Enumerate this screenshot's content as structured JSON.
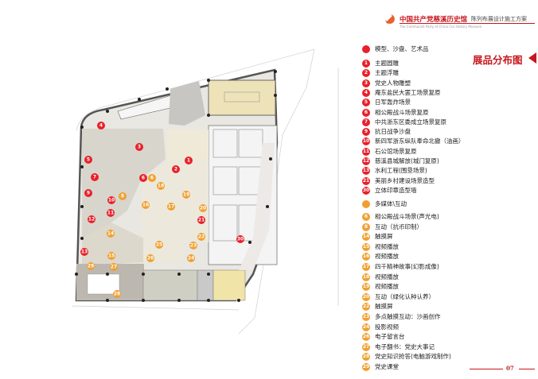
{
  "header": {
    "museum_name": "中国共产党慈溪历史馆",
    "museum_name_en": "The Communist Party of China Cixi  History Museum",
    "doc_subtitle": "陈列布展设计施工方案"
  },
  "sheet_title": "展品分布图",
  "page_number": "07",
  "colors": {
    "accent_red": "#e8202a",
    "accent_orange": "#f0a030",
    "brand": "#c8161d"
  },
  "legend": {
    "group_red": {
      "label": "模型、沙盘、艺术品",
      "items": [
        {
          "num": "1",
          "label": "主题圆雕"
        },
        {
          "num": "2",
          "label": "主题浮雕"
        },
        {
          "num": "3",
          "label": "党史人物雕塑"
        },
        {
          "num": "4",
          "label": "庵东盐民大罢工场景复原"
        },
        {
          "num": "5",
          "label": "日军轰炸场景"
        },
        {
          "num": "6",
          "label": "相公殿战斗场景复原"
        },
        {
          "num": "7",
          "label": "中共浙东区委成立场景复原"
        },
        {
          "num": "9",
          "label": "抗日战争沙盘"
        },
        {
          "num": "10",
          "label": "新四军浙东纵队奉命北撤（油画）"
        },
        {
          "num": "11",
          "label": "石公馆场景复原"
        },
        {
          "num": "12",
          "label": "慈溪县城解放(城门复原)"
        },
        {
          "num": "13",
          "label": "水利工程(围垦场景)"
        },
        {
          "num": "21",
          "label": "美丽乡村建设场景造型"
        },
        {
          "num": "30",
          "label": "立体印章造型墙"
        }
      ]
    },
    "group_orange": {
      "label": "多媒体\\互动",
      "items": [
        {
          "num": "6",
          "label": "相公殿战斗场景(声光电)"
        },
        {
          "num": "8",
          "label": "互动（抗币印制）"
        },
        {
          "num": "14",
          "label": "触摸屏"
        },
        {
          "num": "15",
          "label": "视频播放"
        },
        {
          "num": "16",
          "label": "视频播放"
        },
        {
          "num": "17",
          "label": "四千精神故事(幻影成像)"
        },
        {
          "num": "18",
          "label": "视频播放"
        },
        {
          "num": "19",
          "label": "视频播放"
        },
        {
          "num": "20",
          "label": "互动（绿化认种认养）"
        },
        {
          "num": "22",
          "label": "触摸屏"
        },
        {
          "num": "23",
          "label": "多点触摸互动：沙画创作"
        },
        {
          "num": "24",
          "label": "投影视频"
        },
        {
          "num": "26",
          "label": "电子留言台"
        },
        {
          "num": "27",
          "label": "电子翻书：党史大事记"
        },
        {
          "num": "28",
          "label": "党史知识抢答(电脑游戏制作)"
        },
        {
          "num": "29",
          "label": "党史课堂"
        }
      ]
    }
  },
  "plan_markers": {
    "red": [
      "4",
      "3",
      "5",
      "1",
      "2",
      "7",
      "6",
      "9",
      "10",
      "11",
      "12",
      "13",
      "21",
      "30"
    ],
    "orange": [
      "6",
      "18",
      "19",
      "8",
      "16",
      "17",
      "20",
      "14",
      "22",
      "25",
      "23",
      "15",
      "26",
      "24",
      "29",
      "27",
      "28"
    ]
  }
}
